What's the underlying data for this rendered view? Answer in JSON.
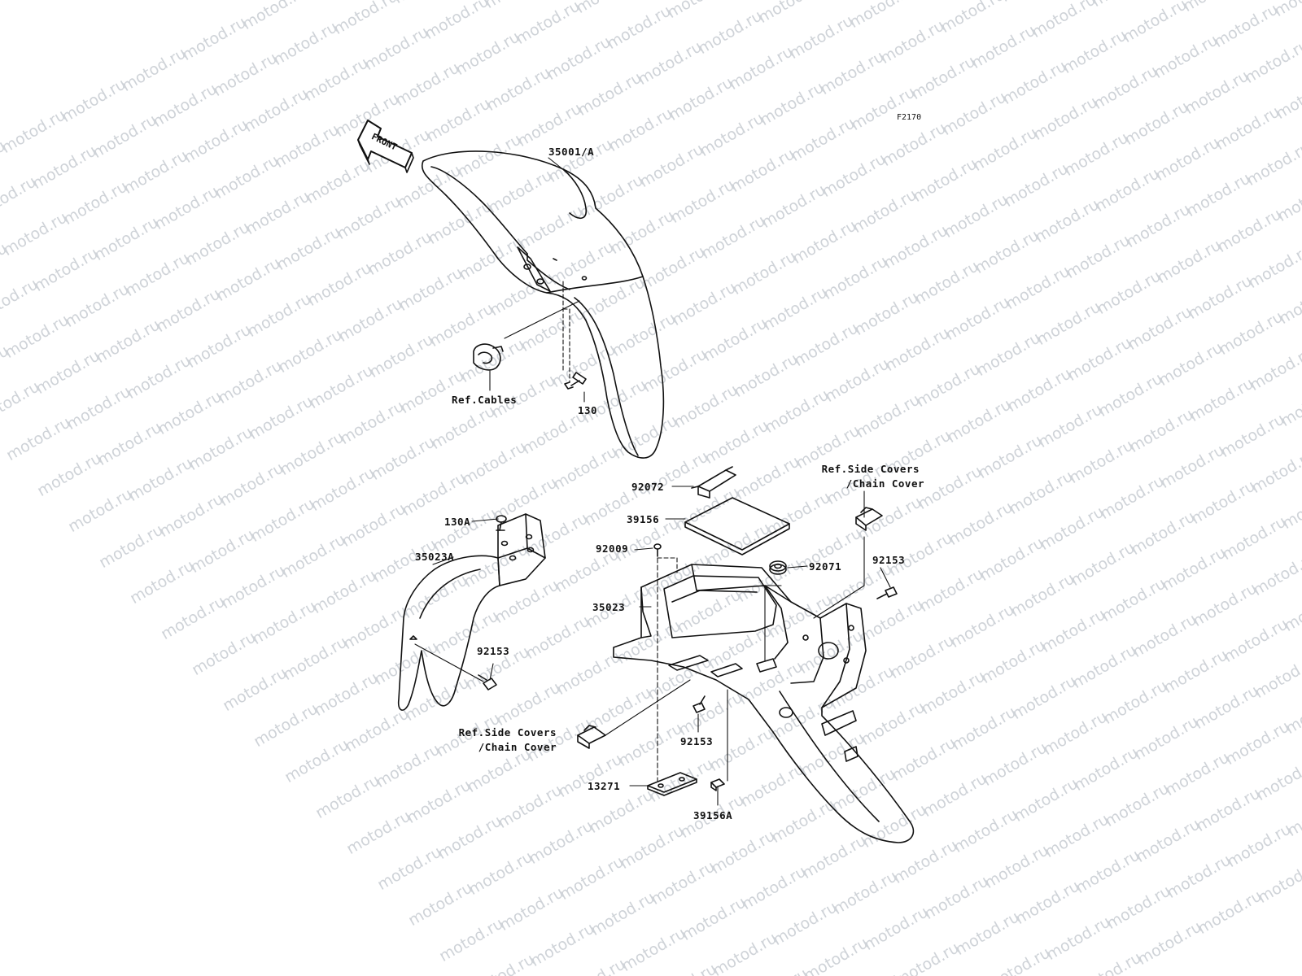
{
  "watermark": "motod.ru",
  "figure_code": "F2170",
  "front_arrow_label": "FRONT",
  "callouts": {
    "front_fender": "35001/A",
    "ref_cables": "Ref.Cables",
    "bolt_130": "130",
    "clamp_92072": "92072",
    "pad_39156": "39156",
    "ref_side_covers_top_line1": "Ref.Side Covers",
    "ref_side_covers_top_line2": "/Chain Cover",
    "bolt_130a": "130A",
    "rear_fender_front": "35023A",
    "screw_92009": "92009",
    "grommet_92071": "92071",
    "bolt_92153_right": "92153",
    "rear_fender": "35023",
    "bolt_92153_left": "92153",
    "ref_side_covers_bottom_line1": "Ref.Side Covers",
    "ref_side_covers_bottom_line2": "/Chain Cover",
    "bolt_92153_center": "92153",
    "plate_13271": "13271",
    "pad_39156a": "39156A"
  }
}
